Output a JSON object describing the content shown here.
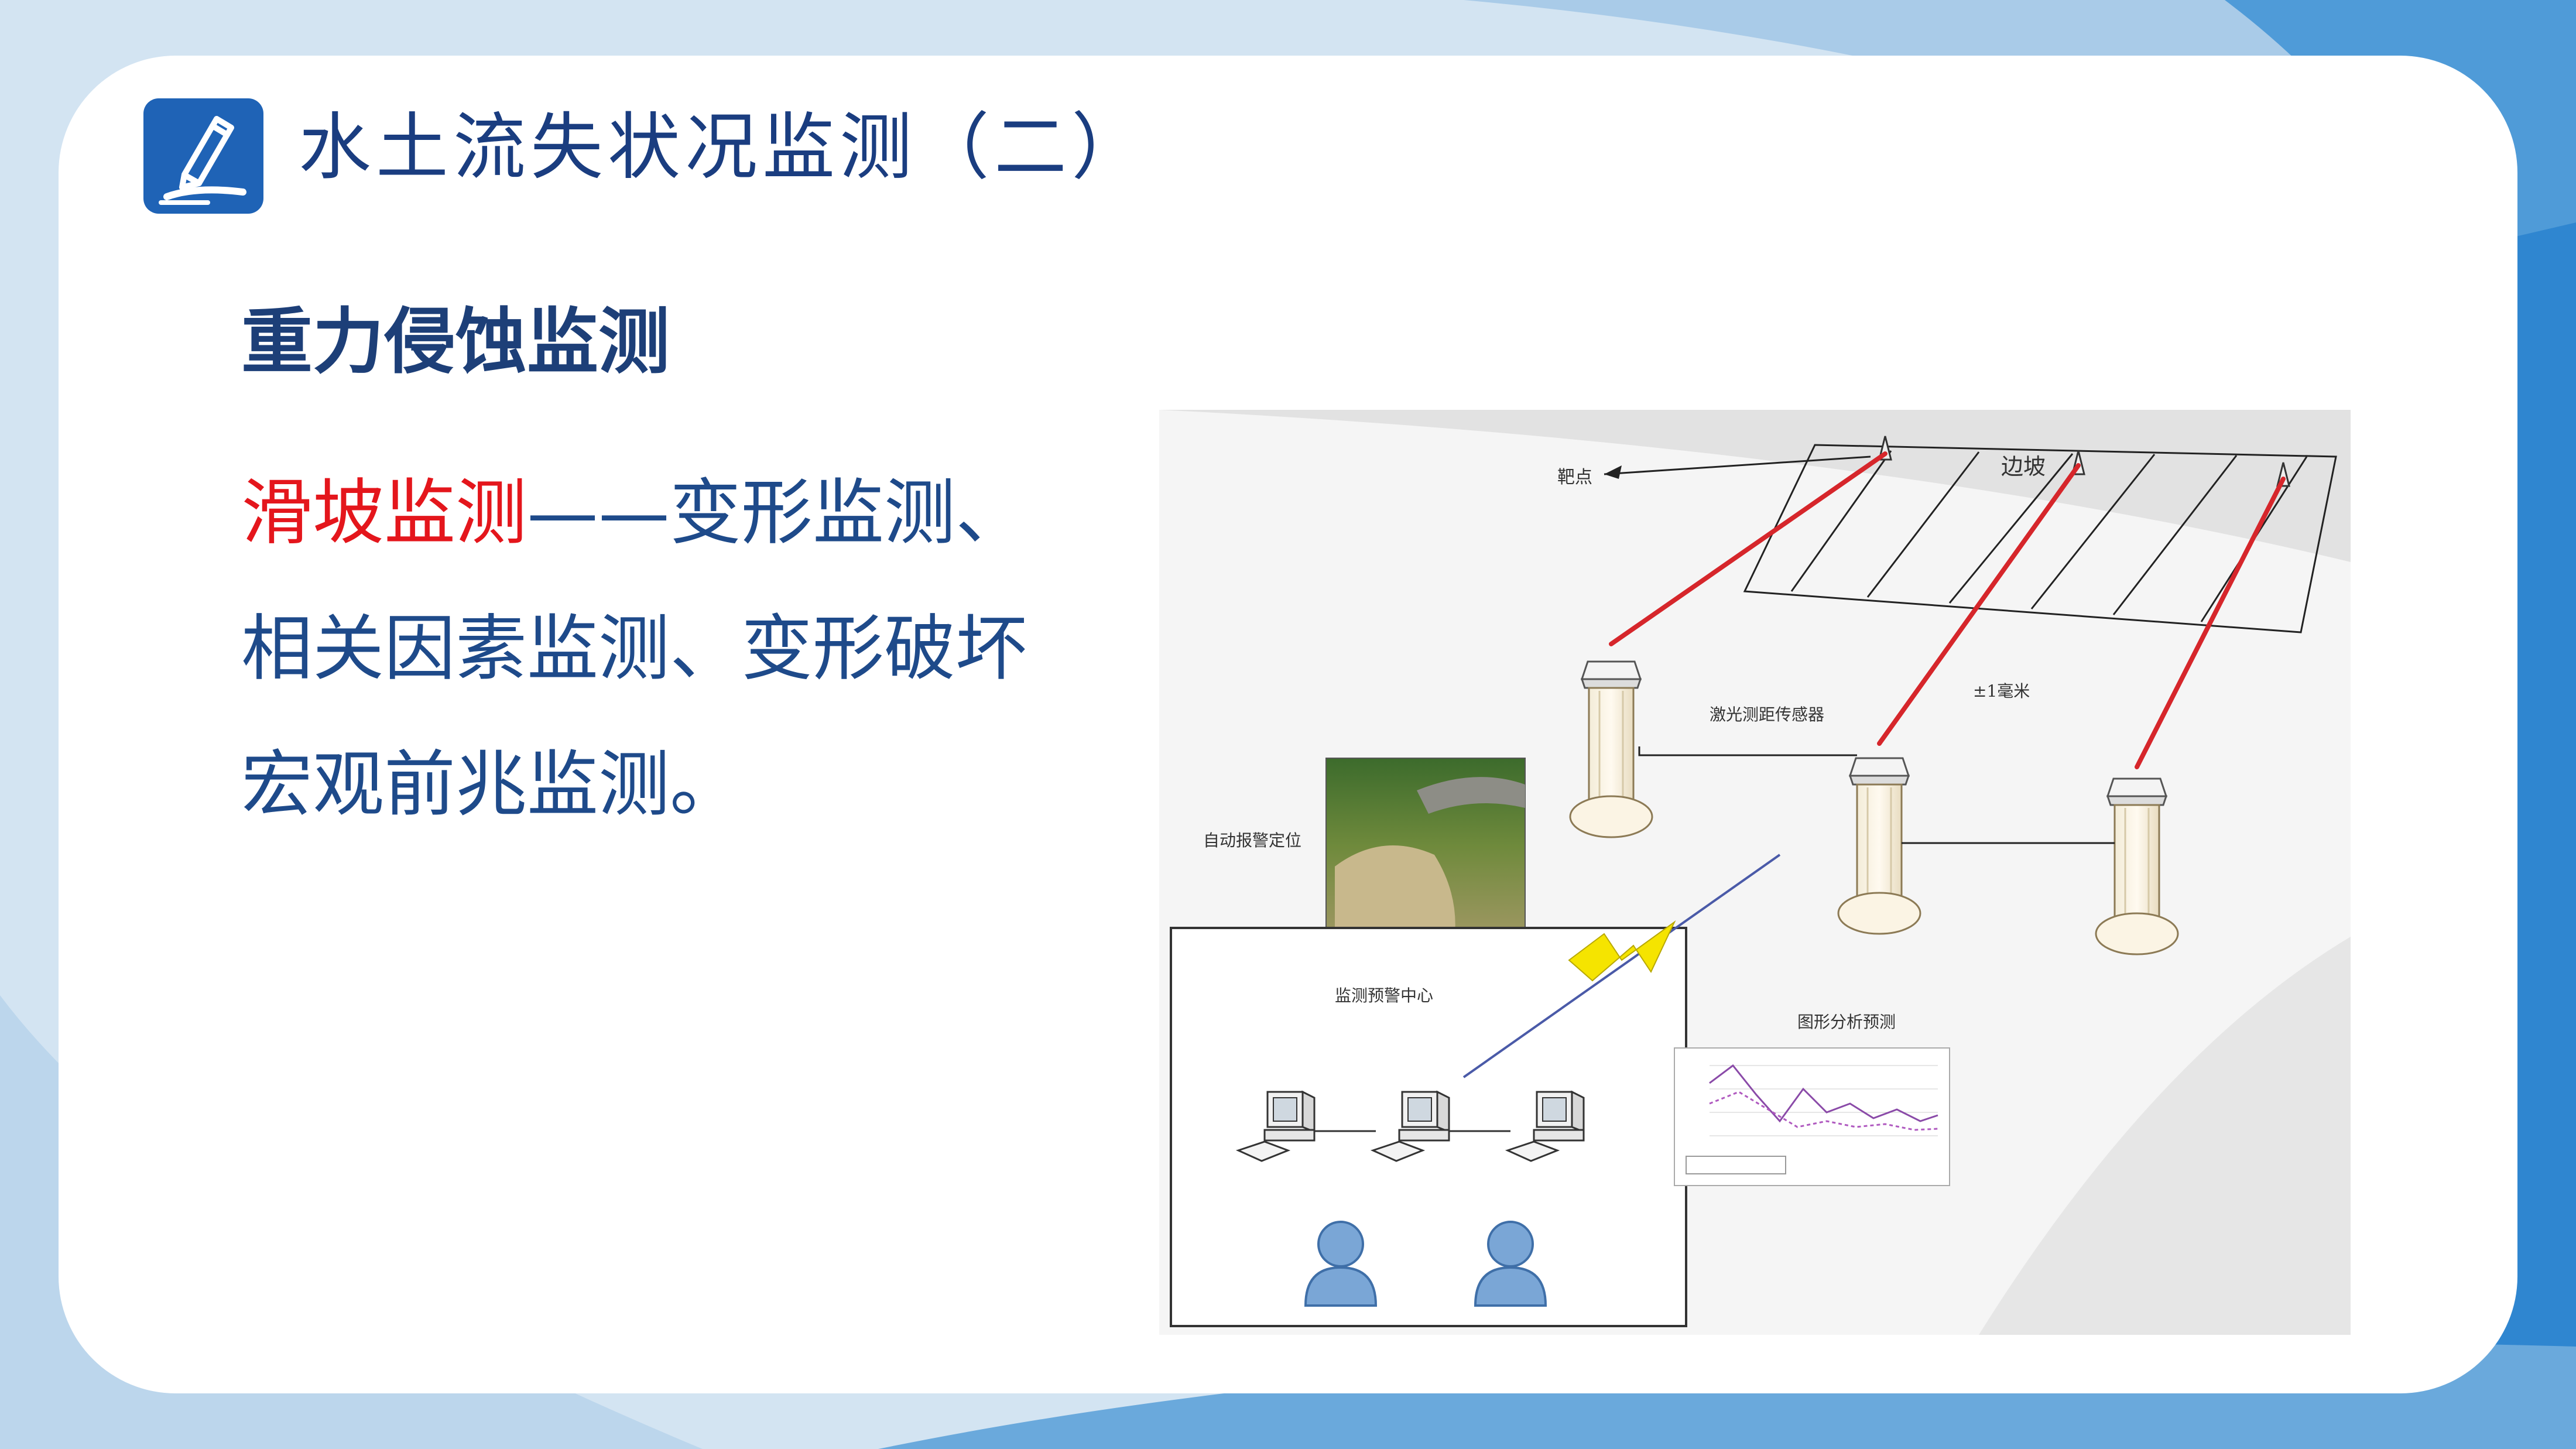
{
  "slide": {
    "title": "水土流失状况监测（二）",
    "subtitle": "重力侵蚀监测",
    "body": {
      "highlight": "滑坡监测",
      "line1_rest": "——变形监测、",
      "line2": "相关因素监测、变形破坏",
      "line3": "宏观前兆监测。"
    }
  },
  "diagram": {
    "labels": {
      "target_point": "靶点",
      "slope": "边坡",
      "laser_sensor": "激光测距传感器",
      "precision": "±1毫米",
      "auto_alarm": "自动报警定位",
      "center": "监测预警中心",
      "graph_analysis": "图形分析预测"
    }
  },
  "colors": {
    "title": "#1a3d80",
    "body_text": "#1e4a8a",
    "highlight": "#e4161c",
    "logo_bg": "#1f63b6",
    "laser": "#d6262b"
  },
  "icons": [
    "pen-edit-icon"
  ]
}
